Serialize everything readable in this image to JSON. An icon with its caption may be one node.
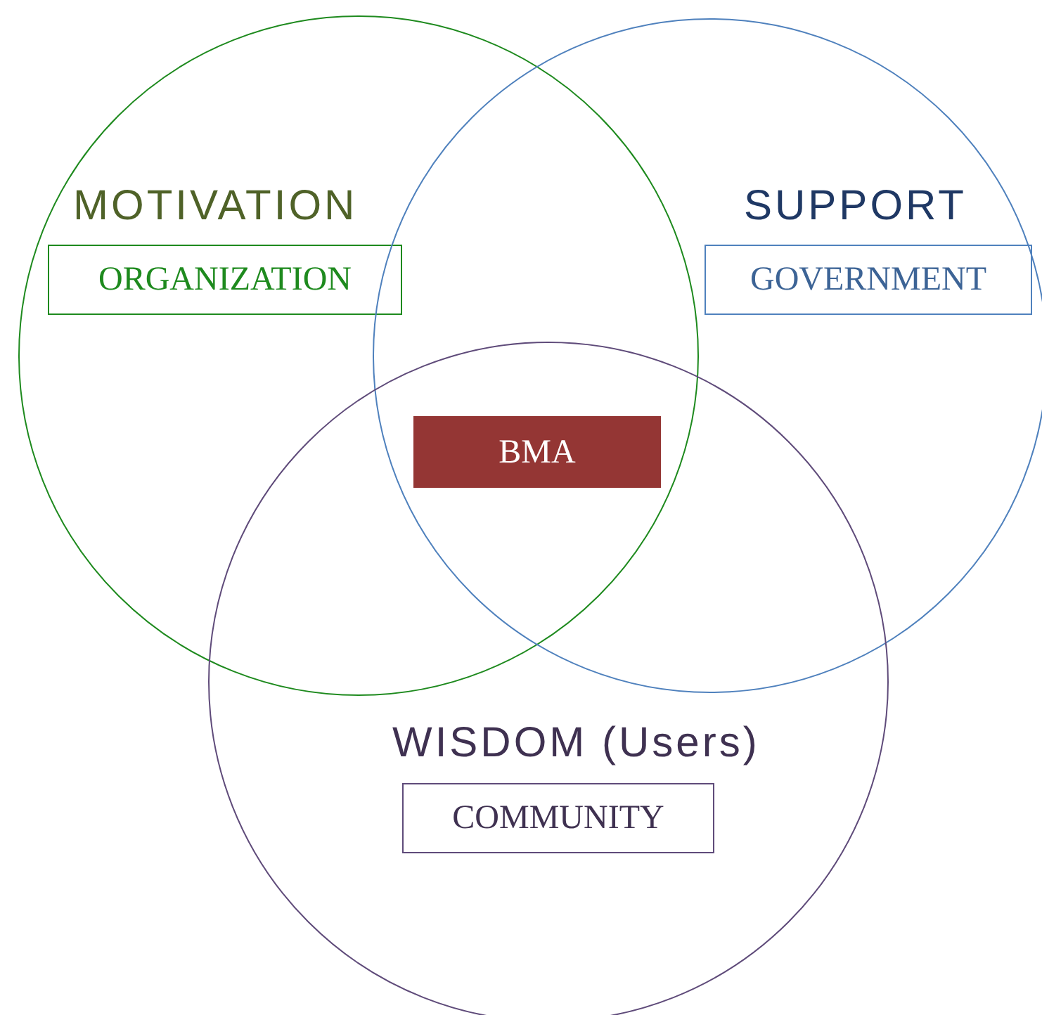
{
  "diagram": {
    "nodes": [
      {
        "text": [
          "MOTIVATION"
        ]
      },
      {
        "text": [
          "ORGANIZATION"
        ],
        "in": 0
      },
      {
        "text": [
          "SUPPORT"
        ]
      },
      {
        "text": [
          "GOVERNMENT"
        ],
        "in": 2
      },
      {
        "text": [
          "WISDOM (Users)"
        ]
      },
      {
        "text": [
          "COMMUNITY"
        ],
        "in": 4
      },
      {
        "text": [
          "BMA"
        ]
      }
    ]
  }
}
